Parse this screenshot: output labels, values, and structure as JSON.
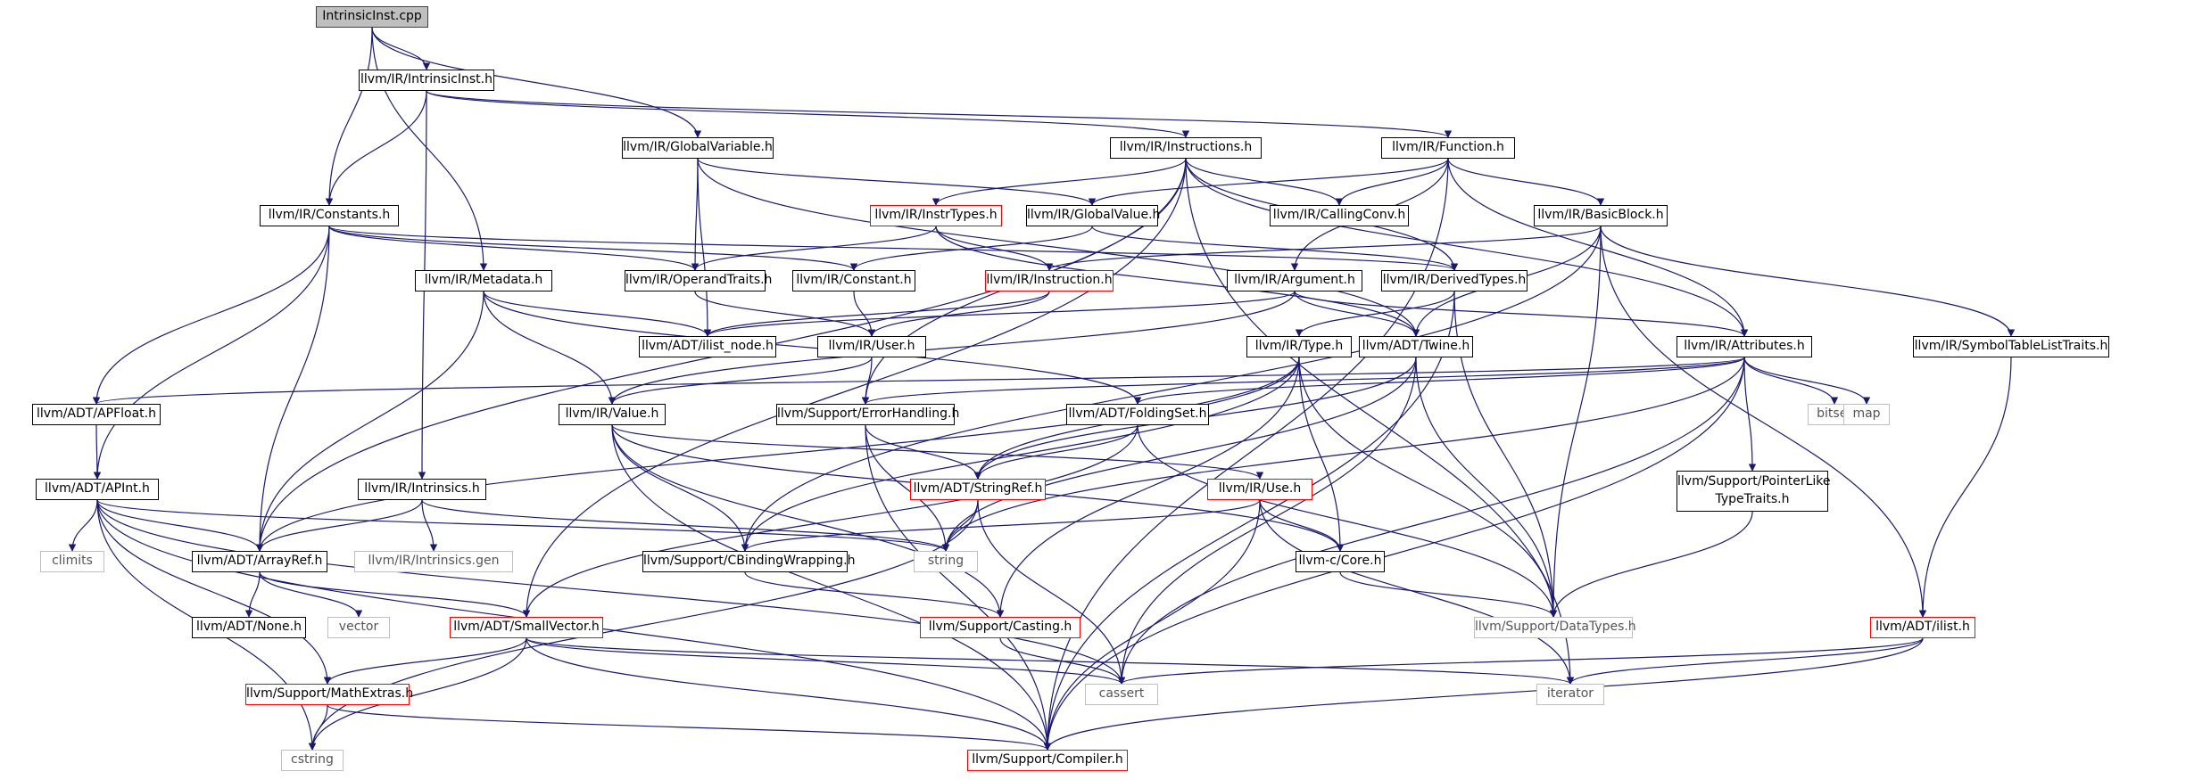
{
  "graph": {
    "root": "IntrinsicInst.cpp",
    "colors": {
      "edge": "#191970",
      "project_border": "#000000",
      "missing_border": "#ff0000",
      "system_border": "#bfbfbf",
      "root_fill": "#bfbfbf"
    },
    "nodes": [
      {
        "id": "root",
        "label": "IntrinsicInst.cpp",
        "kind": "root"
      },
      {
        "id": "intrinsicinst_h",
        "label": "llvm/IR/IntrinsicInst.h",
        "kind": "project"
      },
      {
        "id": "globalvariable_h",
        "label": "llvm/IR/GlobalVariable.h",
        "kind": "project"
      },
      {
        "id": "instructions_h",
        "label": "llvm/IR/Instructions.h",
        "kind": "project"
      },
      {
        "id": "function_h",
        "label": "llvm/IR/Function.h",
        "kind": "project"
      },
      {
        "id": "constants_h",
        "label": "llvm/IR/Constants.h",
        "kind": "project"
      },
      {
        "id": "instrtypes_h",
        "label": "llvm/IR/InstrTypes.h",
        "kind": "missing"
      },
      {
        "id": "globalvalue_h",
        "label": "llvm/IR/GlobalValue.h",
        "kind": "project"
      },
      {
        "id": "callingconv_h",
        "label": "llvm/IR/CallingConv.h",
        "kind": "project"
      },
      {
        "id": "basicblock_h",
        "label": "llvm/IR/BasicBlock.h",
        "kind": "project"
      },
      {
        "id": "metadata_h",
        "label": "llvm/IR/Metadata.h",
        "kind": "project"
      },
      {
        "id": "operandtraits_h",
        "label": "llvm/IR/OperandTraits.h",
        "kind": "project"
      },
      {
        "id": "constant_h",
        "label": "llvm/IR/Constant.h",
        "kind": "project"
      },
      {
        "id": "instruction_h",
        "label": "llvm/IR/Instruction.h",
        "kind": "missing"
      },
      {
        "id": "argument_h",
        "label": "llvm/IR/Argument.h",
        "kind": "project"
      },
      {
        "id": "derivedtypes_h",
        "label": "llvm/IR/DerivedTypes.h",
        "kind": "project"
      },
      {
        "id": "ilist_node_h",
        "label": "llvm/ADT/ilist_node.h",
        "kind": "project"
      },
      {
        "id": "user_h",
        "label": "llvm/IR/User.h",
        "kind": "project"
      },
      {
        "id": "type_h",
        "label": "llvm/IR/Type.h",
        "kind": "project"
      },
      {
        "id": "twine_h",
        "label": "llvm/ADT/Twine.h",
        "kind": "project"
      },
      {
        "id": "attributes_h",
        "label": "llvm/IR/Attributes.h",
        "kind": "project"
      },
      {
        "id": "symboltable_h",
        "label": "llvm/IR/SymbolTableListTraits.h",
        "kind": "project"
      },
      {
        "id": "apfloat_h",
        "label": "llvm/ADT/APFloat.h",
        "kind": "project"
      },
      {
        "id": "value_h",
        "label": "llvm/IR/Value.h",
        "kind": "project"
      },
      {
        "id": "errorhandling_h",
        "label": "llvm/Support/ErrorHandling.h",
        "kind": "project"
      },
      {
        "id": "foldingset_h",
        "label": "llvm/ADT/FoldingSet.h",
        "kind": "project"
      },
      {
        "id": "bitset",
        "label": "bitset",
        "kind": "system"
      },
      {
        "id": "map",
        "label": "map",
        "kind": "system"
      },
      {
        "id": "apint_h",
        "label": "llvm/ADT/APInt.h",
        "kind": "project"
      },
      {
        "id": "intrinsics_h",
        "label": "llvm/IR/Intrinsics.h",
        "kind": "project"
      },
      {
        "id": "stringref_h",
        "label": "llvm/ADT/StringRef.h",
        "kind": "missing"
      },
      {
        "id": "use_h",
        "label": "llvm/IR/Use.h",
        "kind": "missing"
      },
      {
        "id": "pointerlike_h",
        "label": "llvm/Support/PointerLike TypeTraits.h",
        "kind": "project"
      },
      {
        "id": "climits",
        "label": "climits",
        "kind": "system"
      },
      {
        "id": "arrayref_h",
        "label": "llvm/ADT/ArrayRef.h",
        "kind": "project"
      },
      {
        "id": "intrinsics_gen",
        "label": "llvm/IR/Intrinsics.gen",
        "kind": "system"
      },
      {
        "id": "string",
        "label": "string",
        "kind": "system"
      },
      {
        "id": "cbinding_h",
        "label": "llvm/Support/CBindingWrapping.h",
        "kind": "project"
      },
      {
        "id": "core_h",
        "label": "llvm-c/Core.h",
        "kind": "project"
      },
      {
        "id": "none_h",
        "label": "llvm/ADT/None.h",
        "kind": "project"
      },
      {
        "id": "vector",
        "label": "vector",
        "kind": "system"
      },
      {
        "id": "smallvector_h",
        "label": "llvm/ADT/SmallVector.h",
        "kind": "missing"
      },
      {
        "id": "casting_h",
        "label": "llvm/Support/Casting.h",
        "kind": "missing"
      },
      {
        "id": "datatypes_h",
        "label": "llvm/Support/DataTypes.h",
        "kind": "system"
      },
      {
        "id": "ilist_h",
        "label": "llvm/ADT/ilist.h",
        "kind": "missing"
      },
      {
        "id": "mathextras_h",
        "label": "llvm/Support/MathExtras.h",
        "kind": "missing"
      },
      {
        "id": "cassert",
        "label": "cassert",
        "kind": "system"
      },
      {
        "id": "iterator",
        "label": "iterator",
        "kind": "system"
      },
      {
        "id": "cstring",
        "label": "cstring",
        "kind": "system"
      },
      {
        "id": "compiler_h",
        "label": "llvm/Support/Compiler.h",
        "kind": "missing"
      }
    ],
    "edges": [
      [
        "root",
        "intrinsicinst_h"
      ],
      [
        "root",
        "globalvariable_h"
      ],
      [
        "root",
        "constants_h"
      ],
      [
        "root",
        "metadata_h"
      ],
      [
        "intrinsicinst_h",
        "instructions_h"
      ],
      [
        "intrinsicinst_h",
        "function_h"
      ],
      [
        "intrinsicinst_h",
        "constants_h"
      ],
      [
        "intrinsicinst_h",
        "intrinsics_h"
      ],
      [
        "globalvariable_h",
        "globalvalue_h"
      ],
      [
        "globalvariable_h",
        "operandtraits_h"
      ],
      [
        "globalvariable_h",
        "ilist_node_h"
      ],
      [
        "globalvariable_h",
        "twine_h"
      ],
      [
        "instructions_h",
        "instrtypes_h"
      ],
      [
        "instructions_h",
        "callingconv_h"
      ],
      [
        "instructions_h",
        "derivedtypes_h"
      ],
      [
        "instructions_h",
        "attributes_h"
      ],
      [
        "instructions_h",
        "arrayref_h"
      ],
      [
        "instructions_h",
        "smallvector_h"
      ],
      [
        "instructions_h",
        "errorhandling_h"
      ],
      [
        "instructions_h",
        "iterator"
      ],
      [
        "function_h",
        "globalvalue_h"
      ],
      [
        "function_h",
        "callingconv_h"
      ],
      [
        "function_h",
        "basicblock_h"
      ],
      [
        "function_h",
        "attributes_h"
      ],
      [
        "function_h",
        "argument_h"
      ],
      [
        "function_h",
        "compiler_h"
      ],
      [
        "constants_h",
        "constant_h"
      ],
      [
        "constants_h",
        "operandtraits_h"
      ],
      [
        "constants_h",
        "derivedtypes_h"
      ],
      [
        "constants_h",
        "apint_h"
      ],
      [
        "constants_h",
        "apfloat_h"
      ],
      [
        "constants_h",
        "arrayref_h"
      ],
      [
        "instrtypes_h",
        "instruction_h"
      ],
      [
        "instrtypes_h",
        "operandtraits_h"
      ],
      [
        "instrtypes_h",
        "twine_h"
      ],
      [
        "globalvalue_h",
        "constant_h"
      ],
      [
        "globalvalue_h",
        "derivedtypes_h"
      ],
      [
        "basicblock_h",
        "instruction_h"
      ],
      [
        "basicblock_h",
        "symboltable_h"
      ],
      [
        "basicblock_h",
        "ilist_h"
      ],
      [
        "basicblock_h",
        "twine_h"
      ],
      [
        "basicblock_h",
        "datatypes_h"
      ],
      [
        "basicblock_h",
        "cbinding_h"
      ],
      [
        "metadata_h",
        "value_h"
      ],
      [
        "metadata_h",
        "arrayref_h"
      ],
      [
        "metadata_h",
        "foldingset_h"
      ],
      [
        "metadata_h",
        "ilist_node_h"
      ],
      [
        "operandtraits_h",
        "user_h"
      ],
      [
        "constant_h",
        "user_h"
      ],
      [
        "instruction_h",
        "user_h"
      ],
      [
        "instruction_h",
        "ilist_node_h"
      ],
      [
        "argument_h",
        "value_h"
      ],
      [
        "argument_h",
        "twine_h"
      ],
      [
        "argument_h",
        "attributes_h"
      ],
      [
        "argument_h",
        "ilist_node_h"
      ],
      [
        "derivedtypes_h",
        "type_h"
      ],
      [
        "derivedtypes_h",
        "datatypes_h"
      ],
      [
        "derivedtypes_h",
        "compiler_h"
      ],
      [
        "user_h",
        "value_h"
      ],
      [
        "user_h",
        "errorhandling_h"
      ],
      [
        "type_h",
        "casting_h"
      ],
      [
        "type_h",
        "datatypes_h"
      ],
      [
        "type_h",
        "core_h"
      ],
      [
        "type_h",
        "cbinding_h"
      ],
      [
        "type_h",
        "arrayref_h"
      ],
      [
        "type_h",
        "stringref_h"
      ],
      [
        "twine_h",
        "stringref_h"
      ],
      [
        "twine_h",
        "datatypes_h"
      ],
      [
        "twine_h",
        "cassert"
      ],
      [
        "twine_h",
        "string"
      ],
      [
        "attributes_h",
        "foldingset_h"
      ],
      [
        "attributes_h",
        "bitset"
      ],
      [
        "attributes_h",
        "map"
      ],
      [
        "attributes_h",
        "pointerlike_h"
      ],
      [
        "attributes_h",
        "cassert"
      ],
      [
        "attributes_h",
        "compiler_h"
      ],
      [
        "attributes_h",
        "errorhandling_h"
      ],
      [
        "attributes_h",
        "apfloat_h"
      ],
      [
        "attributes_h",
        "string"
      ],
      [
        "symboltable_h",
        "ilist_h"
      ],
      [
        "apfloat_h",
        "apint_h"
      ],
      [
        "value_h",
        "use_h"
      ],
      [
        "value_h",
        "cbinding_h"
      ],
      [
        "value_h",
        "casting_h"
      ],
      [
        "value_h",
        "compiler_h"
      ],
      [
        "value_h",
        "core_h"
      ],
      [
        "errorhandling_h",
        "stringref_h"
      ],
      [
        "errorhandling_h",
        "string"
      ],
      [
        "errorhandling_h",
        "compiler_h"
      ],
      [
        "foldingset_h",
        "stringref_h"
      ],
      [
        "foldingset_h",
        "smallvector_h"
      ],
      [
        "foldingset_h",
        "datatypes_h"
      ],
      [
        "apint_h",
        "arrayref_h"
      ],
      [
        "apint_h",
        "mathextras_h"
      ],
      [
        "apint_h",
        "climits"
      ],
      [
        "apint_h",
        "cstring"
      ],
      [
        "apint_h",
        "cassert"
      ],
      [
        "apint_h",
        "compiler_h"
      ],
      [
        "apint_h",
        "string"
      ],
      [
        "intrinsics_h",
        "arrayref_h"
      ],
      [
        "intrinsics_h",
        "intrinsics_gen"
      ],
      [
        "intrinsics_h",
        "string"
      ],
      [
        "stringref_h",
        "string"
      ],
      [
        "stringref_h",
        "cassert"
      ],
      [
        "stringref_h",
        "cstring"
      ],
      [
        "use_h",
        "core_h"
      ],
      [
        "use_h",
        "compiler_h"
      ],
      [
        "use_h",
        "iterator"
      ],
      [
        "use_h",
        "cbinding_h"
      ],
      [
        "pointerlike_h",
        "datatypes_h"
      ],
      [
        "arrayref_h",
        "none_h"
      ],
      [
        "arrayref_h",
        "smallvector_h"
      ],
      [
        "arrayref_h",
        "vector"
      ],
      [
        "cbinding_h",
        "casting_h"
      ],
      [
        "core_h",
        "datatypes_h"
      ],
      [
        "smallvector_h",
        "mathextras_h"
      ],
      [
        "smallvector_h",
        "compiler_h"
      ],
      [
        "smallvector_h",
        "cassert"
      ],
      [
        "smallvector_h",
        "cstring"
      ],
      [
        "smallvector_h",
        "iterator"
      ],
      [
        "casting_h",
        "cassert"
      ],
      [
        "ilist_h",
        "cassert"
      ],
      [
        "ilist_h",
        "compiler_h"
      ],
      [
        "ilist_h",
        "iterator"
      ],
      [
        "mathextras_h",
        "compiler_h"
      ],
      [
        "mathextras_h",
        "cstring"
      ]
    ]
  }
}
